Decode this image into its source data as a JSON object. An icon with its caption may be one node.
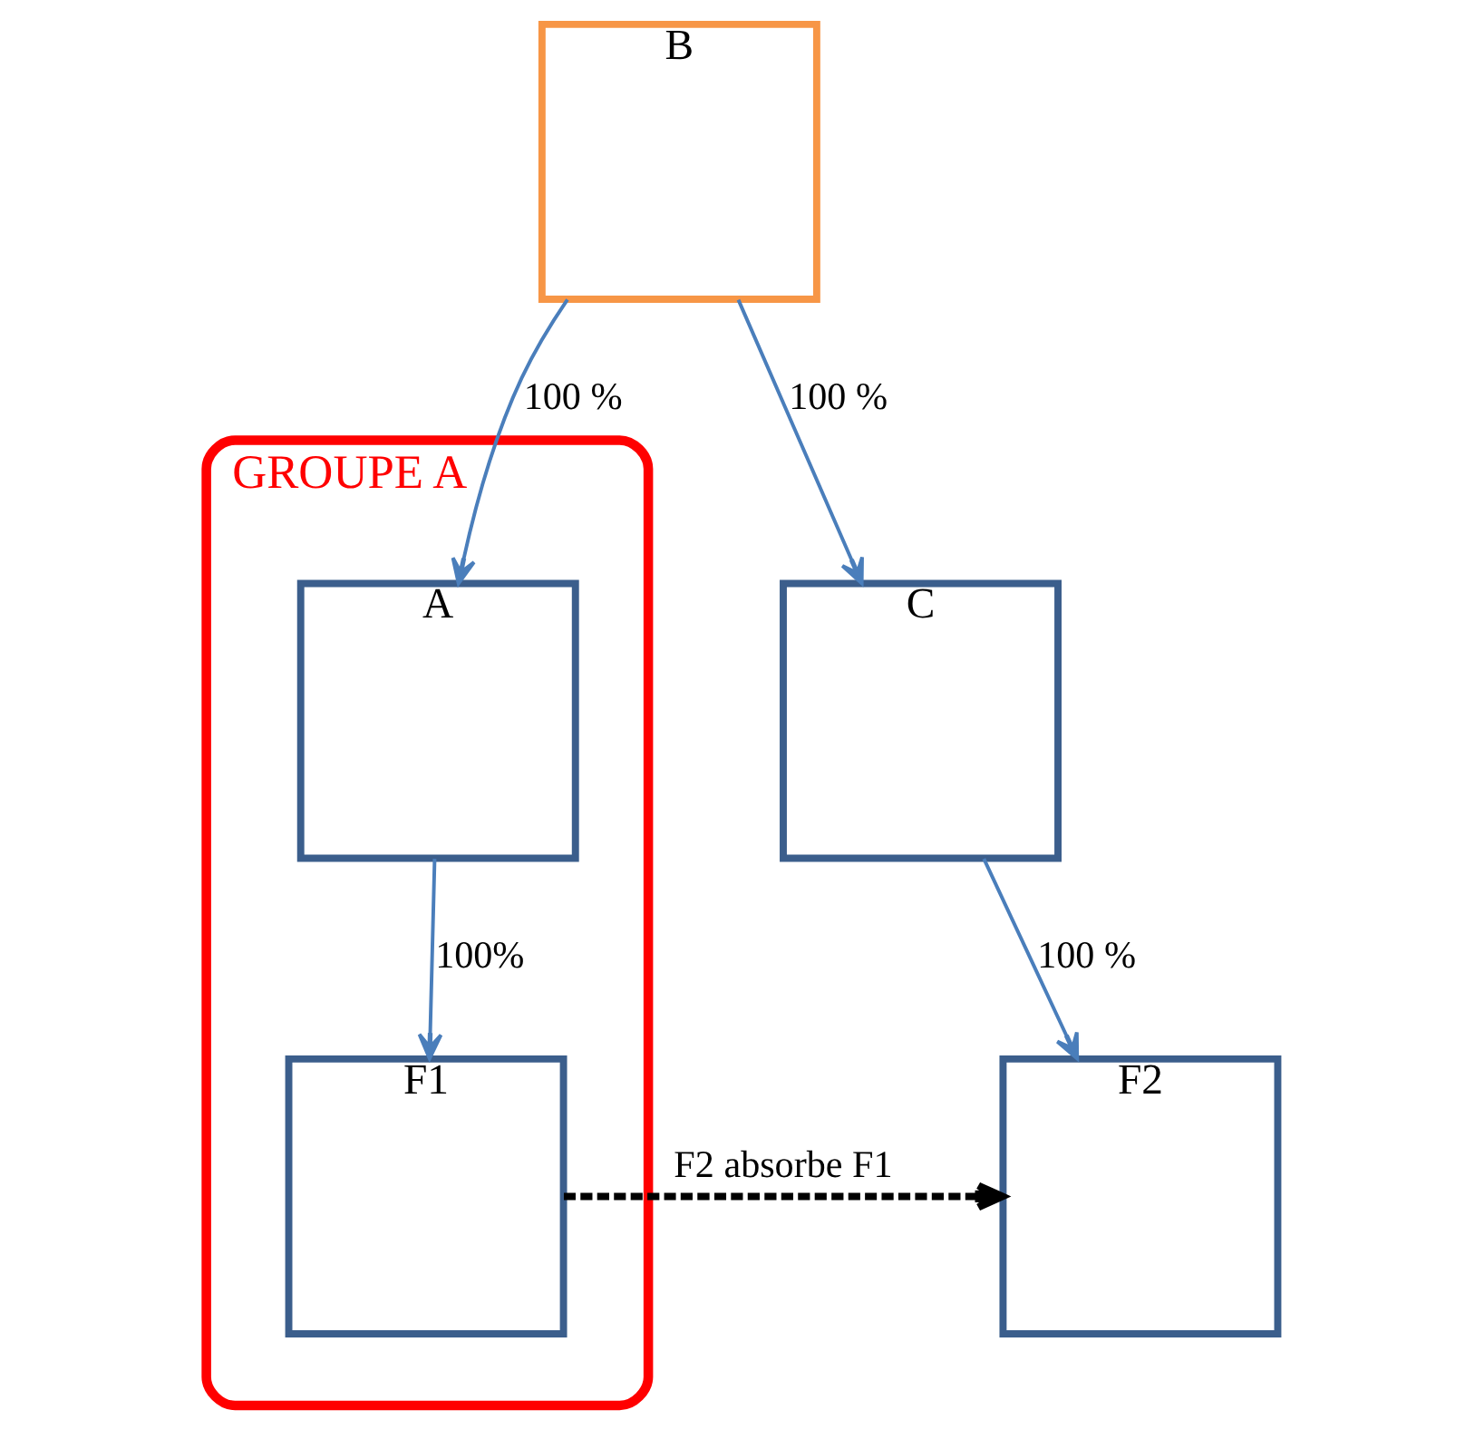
{
  "diagram": {
    "nodes": [
      {
        "text": [
          "GROUPE A"
        ]
      },
      {
        "text": [
          "A"
        ],
        "in": 0
      },
      {
        "text": [
          "F1"
        ],
        "in": 0
      },
      {
        "text": [
          "B"
        ]
      },
      {
        "text": [
          "C"
        ]
      },
      {
        "text": [
          "F2"
        ]
      }
    ],
    "edges": [
      {
        "from": 3,
        "to": 1,
        "arrow": "to",
        "label": "100 %"
      },
      {
        "from": 1,
        "to": 2,
        "arrow": "to",
        "label": "100%"
      },
      {
        "from": 3,
        "to": 4,
        "arrow": "to",
        "label": "100 %"
      },
      {
        "from": 4,
        "to": 5,
        "arrow": "to",
        "label": "100 %"
      },
      {
        "from": 2,
        "to": 5,
        "arrow": "to",
        "label": "F2 absorbe F1",
        "style": "dashed",
        "color": "#000000"
      }
    ]
  }
}
